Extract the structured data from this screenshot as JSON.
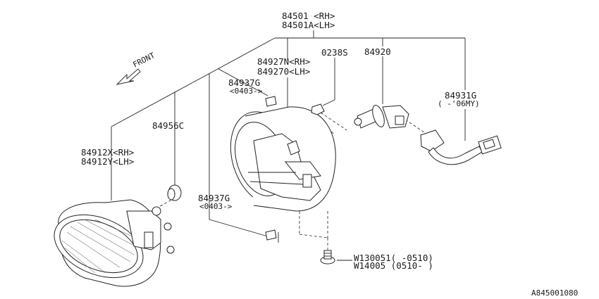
{
  "labels": {
    "housing_rh": "84501 <RH>",
    "housing_lh": "84501A<LH>",
    "cover_rh": "84927N<RH>",
    "cover_lh": "849270<LH>",
    "clip": "0238S",
    "bulb": "84920",
    "grommet_top": "84937G",
    "grommet_top_date": "<0403->",
    "socket": "84956C",
    "lens_rh": "84912X<RH>",
    "lens_lh": "84912Y<LH>",
    "harness": "84931G",
    "harness_date": "( -'06MY)",
    "grommet_bottom": "84937G",
    "grommet_bottom_date": "<0403->",
    "screw_1": "W130051( -0510)",
    "screw_2": "W14005 (0510-  )",
    "front": "FRONT",
    "diagram_id": "A845001080"
  }
}
